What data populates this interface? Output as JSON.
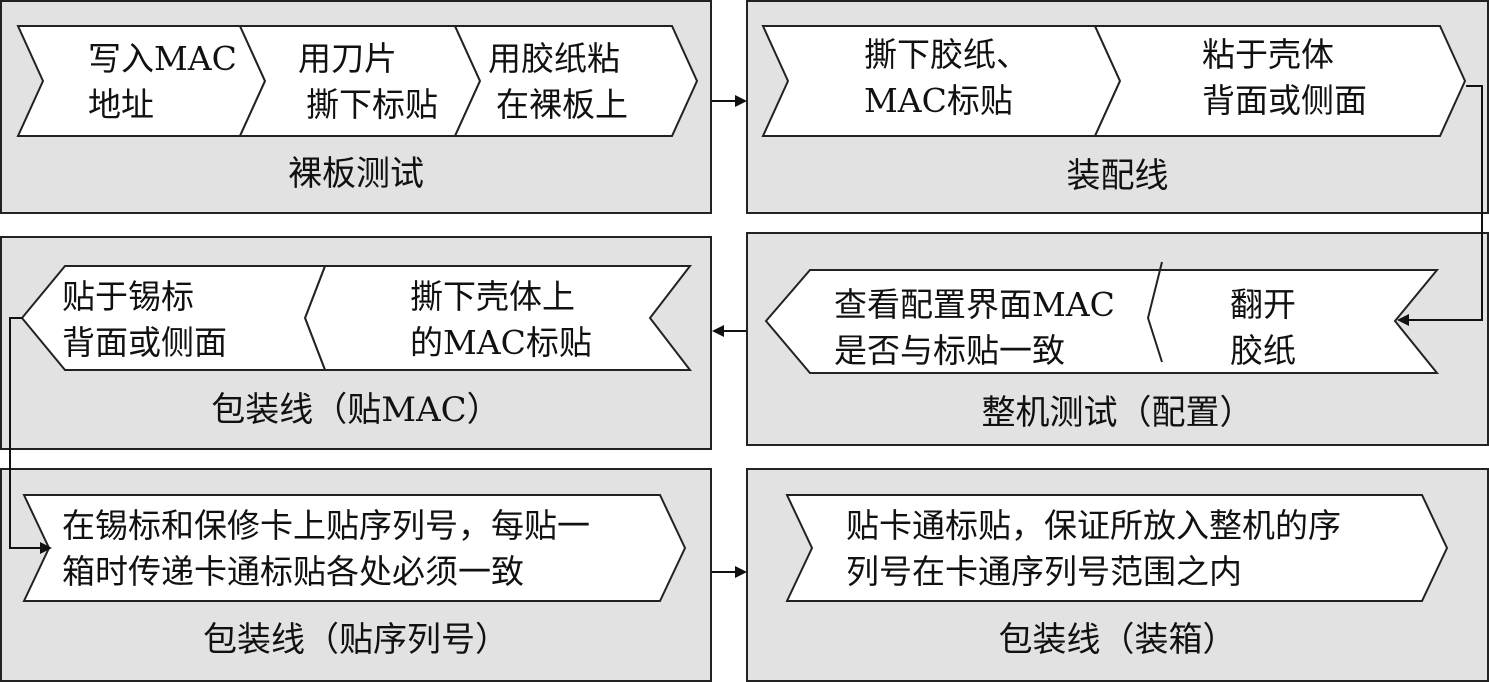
{
  "panels": {
    "bare_board": {
      "title": "裸板测试",
      "steps": [
        {
          "lines": [
            "写入MAC",
            "地址"
          ]
        },
        {
          "lines": [
            "用刀片",
            "撕下标贴"
          ]
        },
        {
          "lines": [
            "用胶纸粘",
            "在裸板上"
          ]
        }
      ]
    },
    "assembly": {
      "title": "装配线",
      "steps": [
        {
          "lines": [
            "撕下胶纸、",
            "MAC标贴"
          ]
        },
        {
          "lines": [
            "粘于壳体",
            "背面或侧面"
          ]
        }
      ]
    },
    "whole_test": {
      "title": "整机测试（配置）",
      "steps": [
        {
          "lines": [
            "翻开",
            "胶纸"
          ]
        },
        {
          "lines": [
            "查看配置界面MAC",
            "是否与标贴一致"
          ]
        }
      ]
    },
    "pack_mac": {
      "title": "包装线（贴MAC）",
      "steps": [
        {
          "lines": [
            "撕下壳体上",
            "的MAC标贴"
          ]
        },
        {
          "lines": [
            "贴于锡标",
            "背面或侧面"
          ]
        }
      ]
    },
    "pack_serial": {
      "title": "包装线（贴序列号）",
      "steps": [
        {
          "lines": [
            "在锡标和保修卡上贴序列号，每贴一",
            "箱时传递卡通标贴各处必须一致"
          ]
        }
      ]
    },
    "pack_box": {
      "title": "包装线（装箱）",
      "steps": [
        {
          "lines": [
            "贴卡通标贴，保证所放入整机的序",
            "列号在卡通序列号范围之内"
          ]
        }
      ]
    }
  }
}
